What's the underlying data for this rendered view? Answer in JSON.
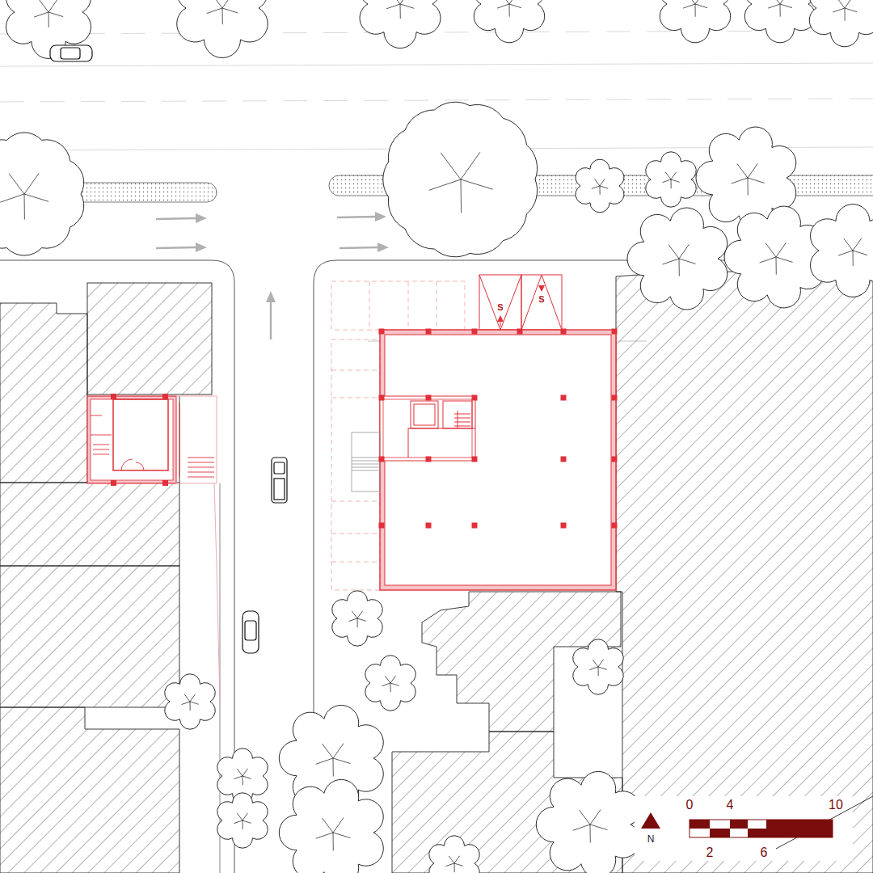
{
  "diagram": {
    "labels": [
      "S",
      "S",
      "0",
      "4",
      "10",
      "N",
      "2",
      "6"
    ]
  }
}
